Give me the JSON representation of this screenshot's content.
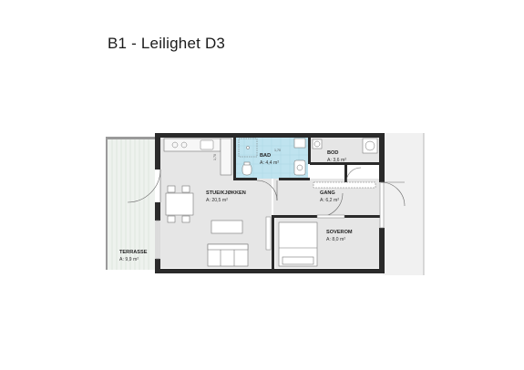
{
  "title": "B1 - Leilighet D3",
  "rooms": {
    "bad": {
      "name": "BAD",
      "area": "A: 4,4 m²"
    },
    "bod": {
      "name": "BOD",
      "area": "A: 3,6 m²"
    },
    "stue": {
      "name": "STUE/KJØKKEN",
      "area": "A: 20,5 m²"
    },
    "gang": {
      "name": "GANG",
      "area": "A: 6,2 m²"
    },
    "soverom": {
      "name": "SOVEROM",
      "area": "A: 8,0 m²"
    },
    "terrasse": {
      "name": "TERRASSE",
      "area": "A: 9,9 m²"
    }
  },
  "notes": {
    "ceiling_left": "1,70",
    "ceiling_right": "1,70"
  },
  "colors": {
    "wall": "#2a2a2a",
    "floor": "#e3e3e3",
    "bath_floor": "#bfe3ef",
    "terrace": "#eef2ee",
    "balcony": "#f1f1f1"
  }
}
